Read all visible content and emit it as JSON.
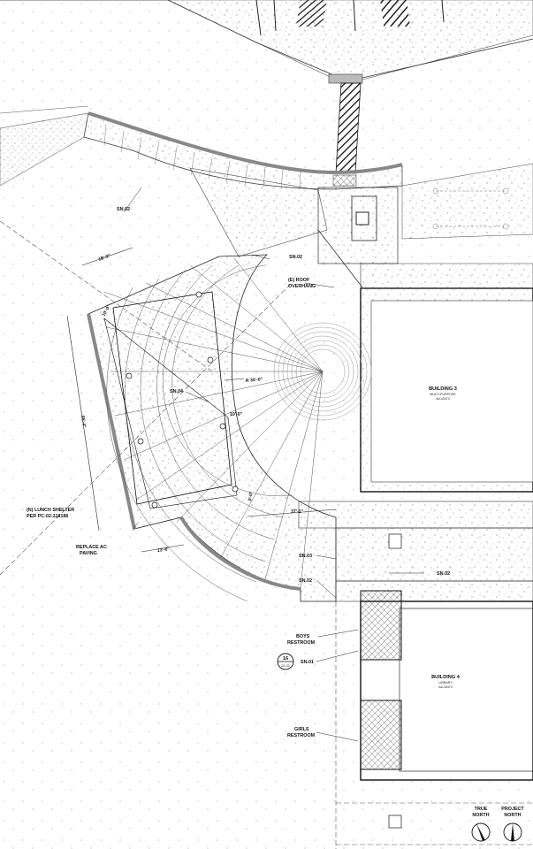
{
  "labels": {
    "sn02_a": "SN.02",
    "sn02_b": "SN.02",
    "roof_line1": "(E) ROOF",
    "roof_line2": "OVERHANG",
    "sn04": "SN.04",
    "radius": "R 35'-0\"",
    "lunch_line1": "(N) LUNCH SHELTER",
    "lunch_line2": "PER PC-02-118186",
    "replace_line1": "REPLACE AC",
    "replace_line2": "PAVING",
    "sn03": "SN.03",
    "sn02_c": "SN.02",
    "sn02_d": "SN.02",
    "boys_line1": "BOYS",
    "boys_line2": "RESTROOM",
    "sn01": "SN.01",
    "girls_line1": "GIRLS",
    "girls_line2": "RESTROOM"
  },
  "dimensions": {
    "d1": "18'-9\"",
    "d2": "65'-4\"",
    "d3": "13'-8\"",
    "d4": "37'-1\"",
    "d5": "10'-0\"",
    "d6": "10'-0\"",
    "d7": "3'-0\""
  },
  "buildings": {
    "b3_name": "BUILDING 3",
    "b3_use": "MULTI-PURPOSE",
    "b3_id": "A#-43473",
    "b4_name": "BUILDING 4",
    "b4_use": "LIBRARY",
    "b4_id": "A#-43473"
  },
  "detail_callout": {
    "number": "16",
    "sheet": "G1.01"
  },
  "north_arrows": {
    "true_line1": "TRUE",
    "true_line2": "NORTH",
    "project_line1": "PROJECT",
    "project_line2": "NORTH"
  }
}
